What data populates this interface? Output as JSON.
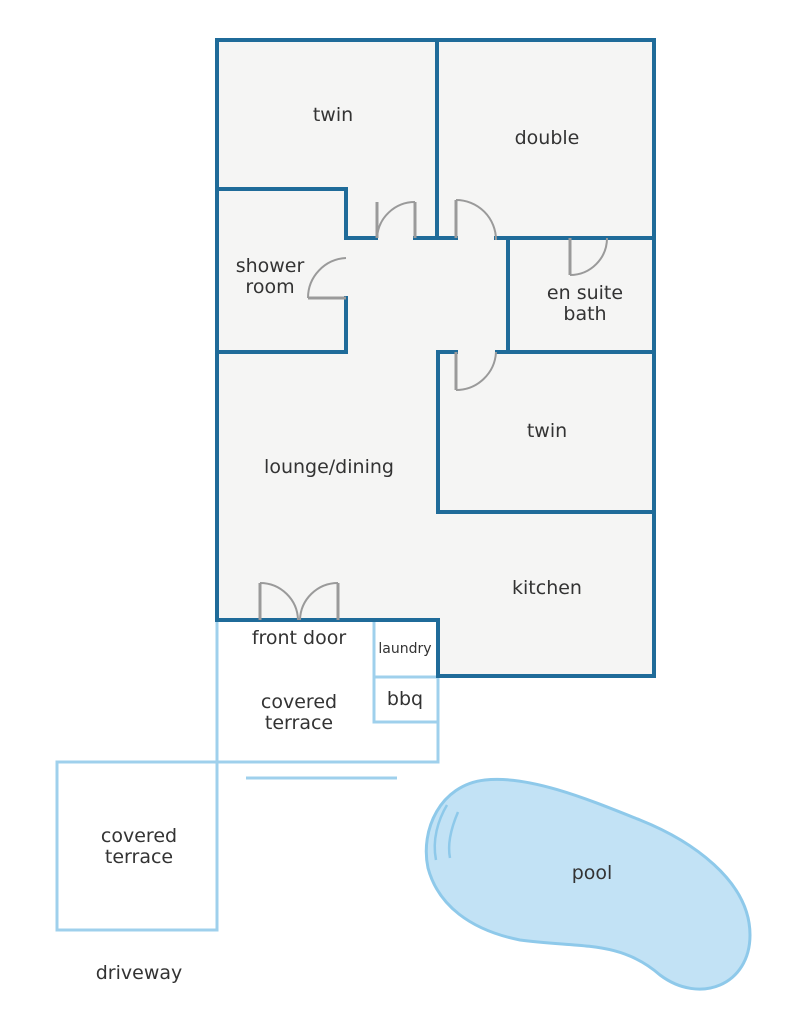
{
  "rooms": {
    "twin_top": "twin",
    "double": "double",
    "shower_room_line1": "shower",
    "shower_room_line2": "room",
    "en_suite_line1": "en suite",
    "en_suite_line2": "bath",
    "twin_right": "twin",
    "lounge_dining": "lounge/dining",
    "kitchen": "kitchen",
    "front_door": "front door",
    "laundry": "laundry",
    "bbq": "bbq",
    "covered_terrace_1_line1": "covered",
    "covered_terrace_1_line2": "terrace",
    "covered_terrace_2_line1": "covered",
    "covered_terrace_2_line2": "terrace",
    "pool": "pool",
    "driveway": "driveway"
  },
  "colors": {
    "wall": "#1f6b99",
    "outdoor_outline": "#9fd0ec",
    "room_fill": "#f5f5f4",
    "pool_fill": "#c2e2f5",
    "door": "#9a9a9a"
  }
}
